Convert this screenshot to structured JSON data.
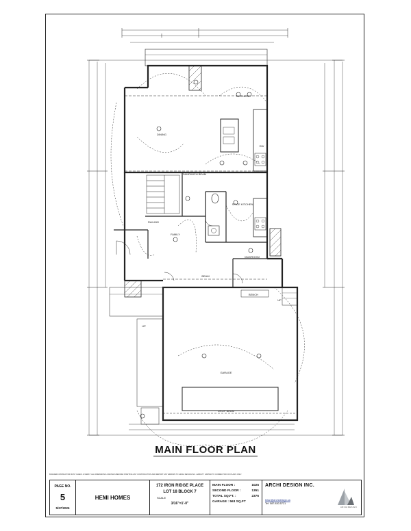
{
  "plan": {
    "title": "MAIN FLOOR PLAN",
    "rooms": {
      "dining": "DINING",
      "kitchen": "KITCHEN",
      "family": "FAMILY",
      "spice_kitchen": "SPICE KITCHEN",
      "mudroom": "MUDROOM",
      "bench": "BENCH",
      "garage": "GARAGE",
      "railing": "RAILING"
    },
    "labels": {
      "up": "UP",
      "sandwich_beam": "SANDWICH BEAM",
      "beam": "BEAM",
      "drop_beam": "DROP BEAM",
      "dw": "DW"
    }
  },
  "disclaimer": "BUILDER/CONTRACTOR MUST CHECK & VERIFY ALL DIMENSIONS & DETAILS BEFORE STARTING ANY CONSTRUCTION AND REPORT ANY ERRORS TO ARCHI DESIGN INC. LIABILITY LIMITED TO CORRECTION OF PLANS ONLY.",
  "title_block": {
    "page_label": "PAGE NO.",
    "page_number": "5",
    "date": "5/27/2026",
    "client": "HEMI HOMES",
    "address_line1": "172 IRON RIDGE PLACE",
    "address_line2": "LOT 18  BLOCK 7",
    "scale_label": "SCALE",
    "scale_value": "3/16\"=1'-0\"",
    "areas": [
      {
        "label": "MAIN FLOOR :",
        "value": "1025"
      },
      {
        "label": "SECOND FLOOR :",
        "value": "1351"
      },
      {
        "label": "TOTAL SQ.FT. :",
        "value": "2376"
      },
      {
        "label": "GARAGE : 563 SQ.FT",
        "value": ""
      }
    ],
    "firm_name": "ARCHI DESIGN INC.",
    "firm_email": "brian@archidesign.ca",
    "firm_tel": "Tel: 587.830.5721",
    "firm_logo_text": "ARCHIDESIGN"
  }
}
